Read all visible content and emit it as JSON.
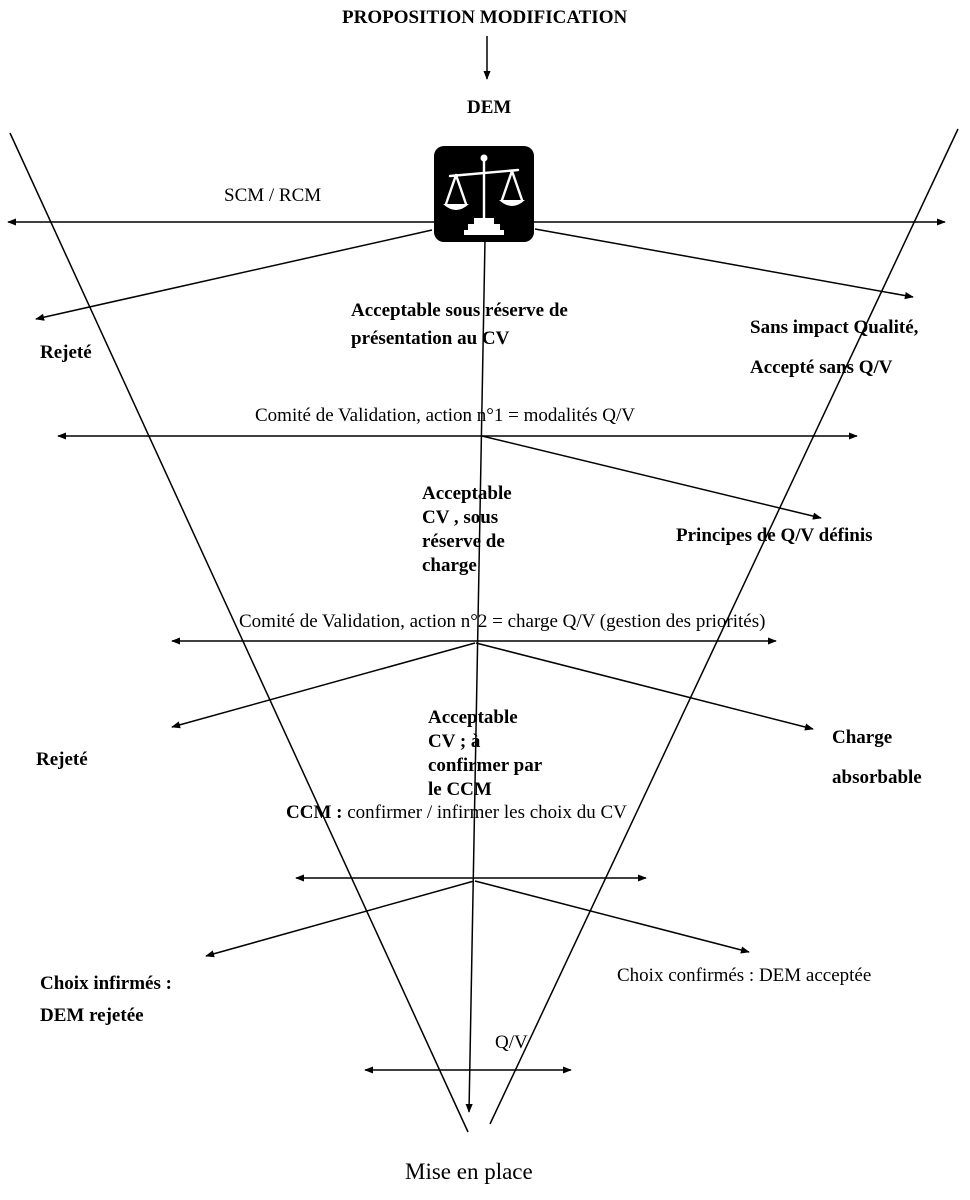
{
  "diagram": {
    "title": "PROPOSITION MODIFICATION",
    "start": "DEM",
    "end": "Mise en place",
    "icon": "scales-of-justice-icon",
    "stages": [
      {
        "axis_label": "SCM / RCM",
        "center_label": "Acceptable sous réserve de\nprésentation au CV",
        "left_label": "Rejeté",
        "right_label": "Sans impact Qualité,\nAccepté sans Q/V"
      },
      {
        "axis_label": "Comité de Validation, action n°1 = modalités Q/V",
        "center_label": "Acceptable\nCV , sous\nréserve de\ncharge",
        "right_label": "Principes de Q/V définis"
      },
      {
        "axis_label": "Comité de Validation, action n°2 = charge Q/V (gestion des priorités)",
        "center_label": "Acceptable\nCV ; à\nconfirmer par\nle CCM",
        "left_label": "Rejeté",
        "right_label": "Charge\nabsorbable"
      },
      {
        "axis_label_bold": "CCM :",
        "axis_label_rest": " confirmer / infirmer les choix du CV",
        "left_label": "Choix infirmés :\nDEM rejetée",
        "right_label": "Choix confirmés : DEM acceptée"
      },
      {
        "axis_label": "Q/V"
      }
    ]
  }
}
